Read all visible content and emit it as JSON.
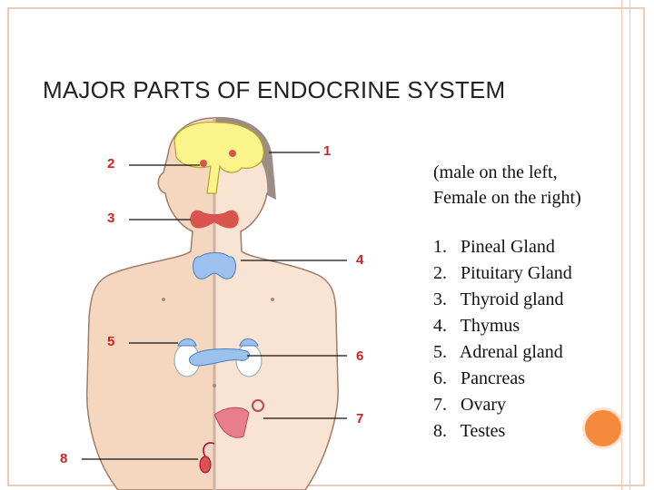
{
  "title": "MAJOR PARTS OF ENDOCRINE SYSTEM",
  "caption": {
    "line1": "(male on the left,",
    "line2": "Female on the right)"
  },
  "parts": [
    {
      "num": "1.",
      "label": "Pineal Gland"
    },
    {
      "num": "2.",
      "label": "Pituitary Gland"
    },
    {
      "num": "3.",
      "label": "Thyroid gland"
    },
    {
      "num": "4.",
      "label": "Thymus"
    },
    {
      "num": "5.",
      "label": "Adrenal gland"
    },
    {
      "num": "6.",
      "label": "Pancreas"
    },
    {
      "num": "7.",
      "label": "Ovary"
    },
    {
      "num": "8.",
      "label": "Testes"
    }
  ],
  "callouts": [
    "1",
    "2",
    "3",
    "4",
    "5",
    "6",
    "7",
    "8"
  ],
  "colors": {
    "border": "#f4c9b4",
    "accent_dot": "#f58a3c",
    "callout": "#d62020"
  }
}
